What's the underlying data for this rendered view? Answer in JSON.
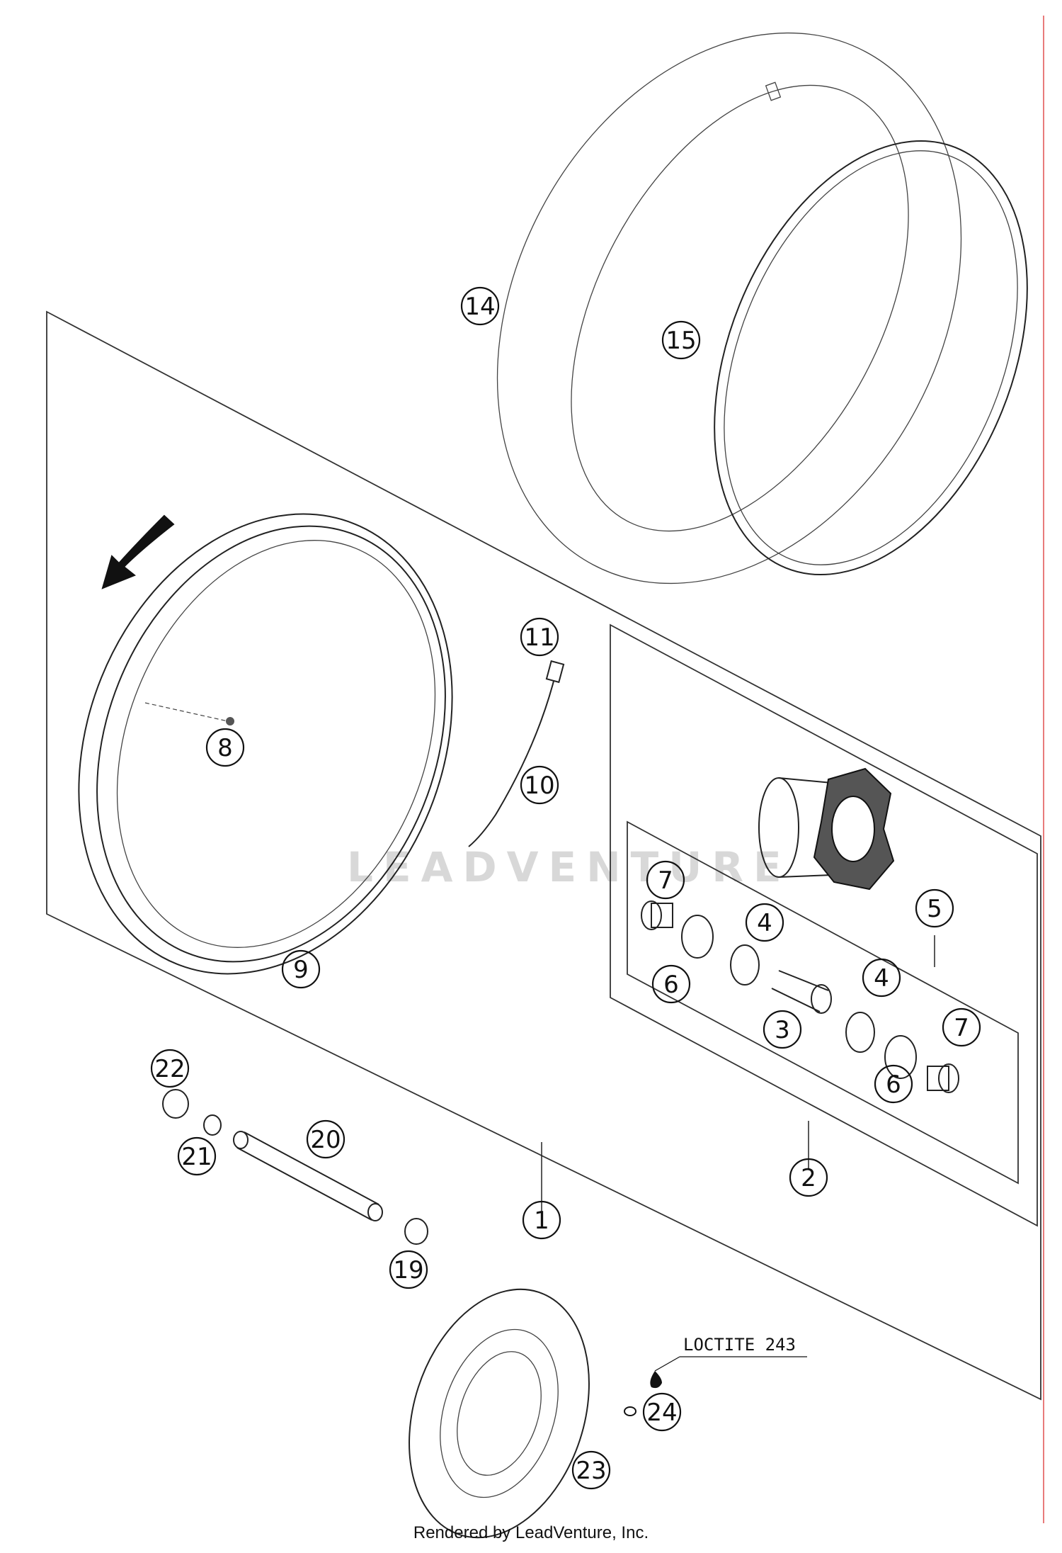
{
  "diagram": {
    "callouts": [
      "1",
      "2",
      "3",
      "4",
      "4",
      "5",
      "6",
      "6",
      "7",
      "7",
      "8",
      "9",
      "10",
      "11",
      "14",
      "15",
      "19",
      "20",
      "21",
      "22",
      "23",
      "24"
    ],
    "note": "LOCTITE 243"
  },
  "watermark": "LEADVENTURE",
  "footer": "Rendered by LeadVenture, Inc."
}
